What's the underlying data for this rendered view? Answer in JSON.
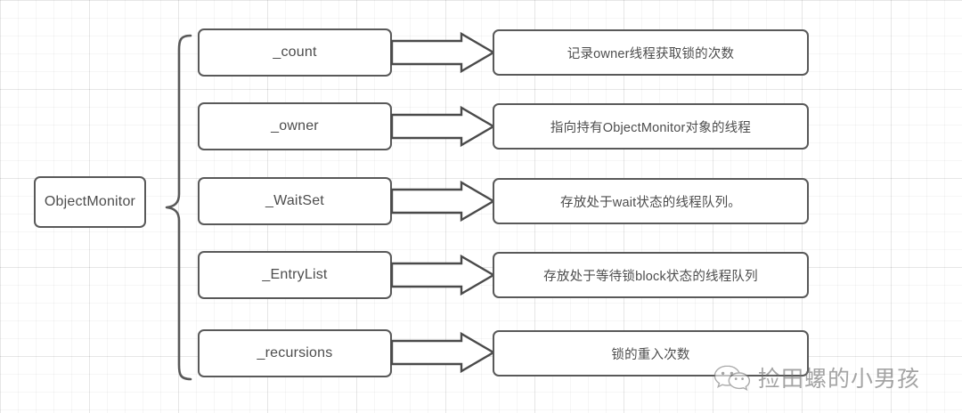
{
  "diagram": {
    "title": "ObjectMonitor",
    "root": {
      "label": "ObjectMonitor"
    },
    "brace": {
      "name": "curly-brace",
      "direction": "right-pointing"
    },
    "rows": [
      {
        "field": "_count",
        "description": "记录owner线程获取锁的次数",
        "connector": "block-arrow-right"
      },
      {
        "field": "_owner",
        "description": "指向持有ObjectMonitor对象的线程",
        "connector": "block-arrow-right"
      },
      {
        "field": "_WaitSet",
        "description": "存放处于wait状态的线程队列。",
        "connector": "block-arrow-right"
      },
      {
        "field": "_EntryList",
        "description": "存放处于等待锁block状态的线程队列",
        "connector": "block-arrow-right"
      },
      {
        "field": "_recursions",
        "description": "锁的重入次数",
        "connector": "block-arrow-right"
      }
    ],
    "watermark": {
      "text": "捡田螺的小男孩",
      "icon": "wechat-icon"
    },
    "colors": {
      "background": "#ffffff",
      "grid_minor": "#f4f4f4",
      "grid_major": "#ededed",
      "border": "#595959",
      "text": "#4d4d4d",
      "watermark_text": "#6e6e6e"
    }
  }
}
